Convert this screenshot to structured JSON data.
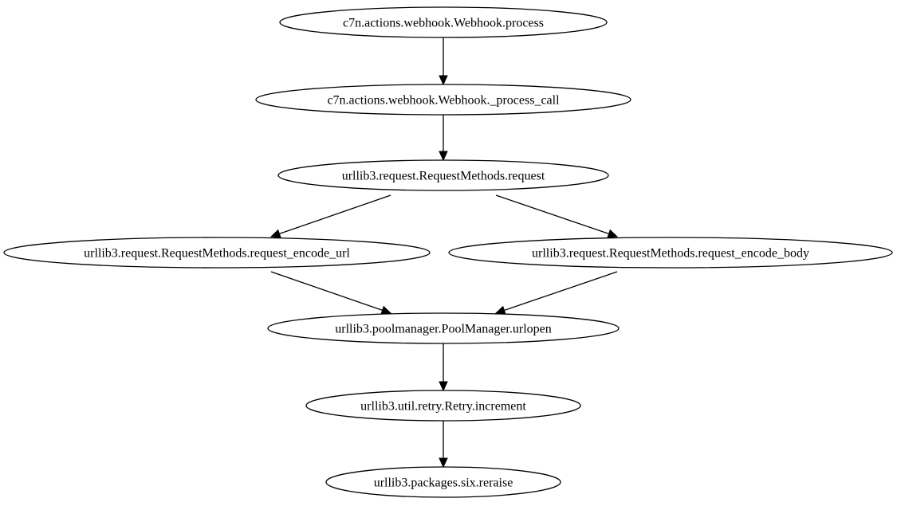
{
  "graph": {
    "nodes": [
      {
        "id": "n1",
        "label": "c7n.actions.webhook.Webhook.process"
      },
      {
        "id": "n2",
        "label": "c7n.actions.webhook.Webhook._process_call"
      },
      {
        "id": "n3",
        "label": "urllib3.request.RequestMethods.request"
      },
      {
        "id": "n4",
        "label": "urllib3.request.RequestMethods.request_encode_url"
      },
      {
        "id": "n5",
        "label": "urllib3.request.RequestMethods.request_encode_body"
      },
      {
        "id": "n6",
        "label": "urllib3.poolmanager.PoolManager.urlopen"
      },
      {
        "id": "n7",
        "label": "urllib3.util.retry.Retry.increment"
      },
      {
        "id": "n8",
        "label": "urllib3.packages.six.reraise"
      }
    ],
    "edges": [
      {
        "from": "n1",
        "to": "n2"
      },
      {
        "from": "n2",
        "to": "n3"
      },
      {
        "from": "n3",
        "to": "n4"
      },
      {
        "from": "n3",
        "to": "n5"
      },
      {
        "from": "n4",
        "to": "n6"
      },
      {
        "from": "n5",
        "to": "n6"
      },
      {
        "from": "n6",
        "to": "n7"
      },
      {
        "from": "n7",
        "to": "n8"
      }
    ]
  }
}
